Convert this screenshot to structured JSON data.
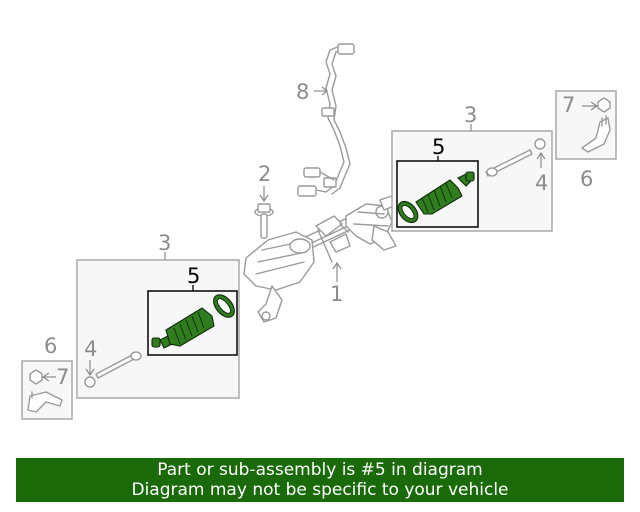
{
  "diagram": {
    "callouts": {
      "rack": "1",
      "bolt": "2",
      "tie_rod_kit_right": "3",
      "tie_rod_kit_left": "3",
      "inner_tie_rod_right": "4",
      "inner_tie_rod_left": "4",
      "boot_kit_right": "5",
      "boot_kit_left": "5",
      "tie_rod_end_right": "6",
      "tie_rod_end_left": "6",
      "nut_right": "7",
      "nut_left": "7",
      "harness": "8"
    },
    "highlighted_callout": "5",
    "colors": {
      "highlight": "#2f7d1e",
      "banner": "#1a6a0a",
      "line_art": "#9a9a9a"
    }
  },
  "banner": {
    "line1": "Part or sub-assembly is #5 in diagram",
    "line2": "Diagram may not be specific to your vehicle"
  }
}
